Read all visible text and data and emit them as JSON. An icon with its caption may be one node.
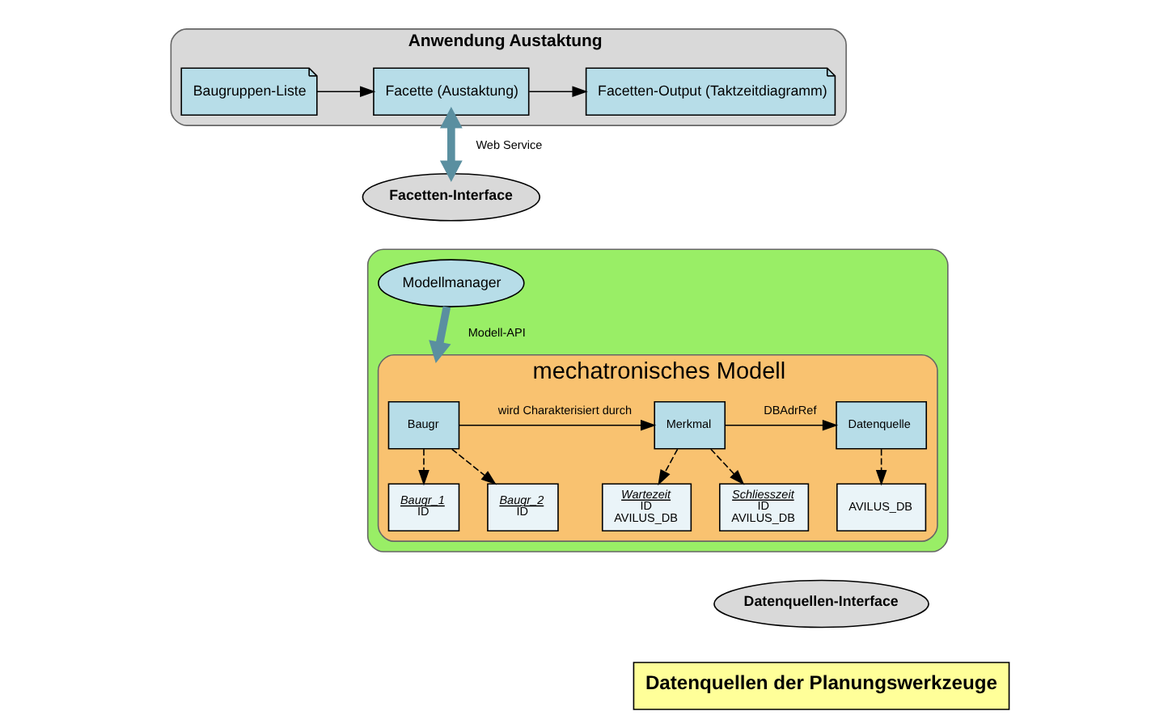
{
  "diagram": {
    "nodes": [
      {
        "text": [
          "Anwendung Austaktung"
        ]
      },
      {
        "text": [
          "Baugruppen-Liste"
        ],
        "in": 0
      },
      {
        "text": [
          "Facette (Austaktung)"
        ],
        "in": 0
      },
      {
        "text": [
          "Facetten-Output (Taktzeitdiagramm)"
        ],
        "in": 0
      },
      {
        "text": [
          "Facetten-Interface"
        ]
      },
      {
        "text": [],
        "shape": "ellipse"
      },
      {
        "text": [
          "Modellmanager"
        ],
        "in": 5
      },
      {
        "text": [
          "mechatronisches Modell"
        ],
        "in": 5
      },
      {
        "text": [
          "Baugr"
        ],
        "in": 7
      },
      {
        "text": [
          "Baugr_1",
          "ID"
        ],
        "in": 7
      },
      {
        "text": [
          "Baugr_2",
          "ID"
        ],
        "in": 7
      },
      {
        "text": [
          "Merkmal"
        ],
        "in": 7
      },
      {
        "text": [
          "Wartezeit",
          "ID",
          "AVILUS_DB"
        ],
        "in": 7
      },
      {
        "text": [
          "Schliesszeit",
          "ID",
          "AVILUS_DB"
        ],
        "in": 7
      },
      {
        "text": [
          "Datenquelle"
        ],
        "in": 7
      },
      {
        "text": [
          "AVILUS_DB"
        ],
        "in": 7
      },
      {
        "text": [
          "Datenquellen-Interface"
        ]
      },
      {
        "text": [
          "Datenquellen der Planungswerkzeuge"
        ]
      }
    ],
    "edges": [
      {
        "from": 1,
        "to": 2,
        "arrow": "to"
      },
      {
        "from": 2,
        "to": 3,
        "arrow": "to"
      },
      {
        "from": 2,
        "to": 4,
        "arrow": "both",
        "label": "Web Service",
        "style": "thick",
        "color": "#5a8fa0"
      },
      {
        "from": 6,
        "to": 7,
        "arrow": "to",
        "label": "Modell-API",
        "style": "thick",
        "color": "#5a8fa0"
      },
      {
        "from": 8,
        "to": 11,
        "arrow": "to",
        "label": "wird Charakterisiert durch"
      },
      {
        "from": 11,
        "to": 14,
        "arrow": "to",
        "label": "DBAdrRef"
      },
      {
        "from": 8,
        "to": 9,
        "arrow": "to",
        "style": "dashed"
      },
      {
        "from": 8,
        "to": 10,
        "arrow": "to",
        "style": "dashed"
      },
      {
        "from": 11,
        "to": 12,
        "arrow": "to",
        "style": "dashed"
      },
      {
        "from": 11,
        "to": 13,
        "arrow": "to",
        "style": "dashed"
      },
      {
        "from": 14,
        "to": 15,
        "arrow": "to",
        "style": "dashed"
      }
    ]
  }
}
